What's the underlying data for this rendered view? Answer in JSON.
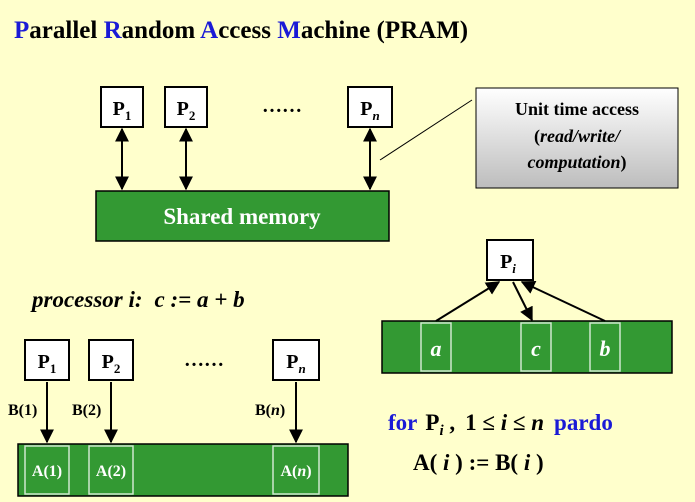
{
  "title": {
    "parts": [
      {
        "text": "P",
        "accent": true
      },
      {
        "text": "arallel ",
        "accent": false
      },
      {
        "text": "R",
        "accent": true
      },
      {
        "text": "andom ",
        "accent": false
      },
      {
        "text": "A",
        "accent": true
      },
      {
        "text": "ccess ",
        "accent": false
      },
      {
        "text": "M",
        "accent": true
      },
      {
        "text": "achine (PRAM)",
        "accent": false
      }
    ]
  },
  "top_diagram": {
    "processors": [
      {
        "base": "P",
        "sub": "1",
        "sub_italic": false
      },
      {
        "base": "P",
        "sub": "2",
        "sub_italic": false
      },
      {
        "base": "P",
        "sub": "n",
        "sub_italic": true
      }
    ],
    "ellipsis": "……",
    "shared_memory_label": "Shared memory",
    "callout": {
      "line1": "Unit time access",
      "line2_pre": "(",
      "line2_italic": "read/write/",
      "line3_italic": "computation",
      "line3_post": ")"
    }
  },
  "processor_i_example": {
    "label": "processor i:",
    "statement": "c := a + b",
    "processor": {
      "base": "P",
      "sub": "i"
    },
    "cells": [
      "a",
      "c",
      "b"
    ]
  },
  "bottom_diagram": {
    "processors": [
      {
        "base": "P",
        "sub": "1",
        "sub_italic": false
      },
      {
        "base": "P",
        "sub": "2",
        "sub_italic": false
      },
      {
        "base": "P",
        "sub": "n",
        "sub_italic": true
      }
    ],
    "ellipsis": "……",
    "b_labels": [
      {
        "pre": "B(",
        "idx": "1",
        "italic": false,
        "post": ")"
      },
      {
        "pre": "B(",
        "idx": "2",
        "italic": false,
        "post": ")"
      },
      {
        "pre": "B(",
        "idx": "n",
        "italic": true,
        "post": ")"
      }
    ],
    "a_cells": [
      {
        "pre": "A(",
        "idx": "1",
        "italic": false,
        "post": ")"
      },
      {
        "pre": "A(",
        "idx": "2",
        "italic": false,
        "post": ")"
      },
      {
        "pre": "A(",
        "idx": "n",
        "italic": true,
        "post": ")"
      }
    ]
  },
  "loop": {
    "keyword_for": "for",
    "proc_base": "P",
    "proc_sub": "i",
    "comma": " ,",
    "range_pre": "1 ≤ ",
    "range_var1": "i",
    "range_mid": " ≤ ",
    "range_var2": "n",
    "keyword_pardo": "pardo",
    "assign_pre": "A( ",
    "assign_var1": "i",
    "assign_mid": " ) := B( ",
    "assign_var2": "i",
    "assign_post": " )"
  },
  "colors": {
    "background": "#ffffcc",
    "memory_green": "#339933",
    "accent_blue": "#1a1ad6",
    "outline": "#000000",
    "callout_gradient_top": "#ffffff",
    "callout_gradient_bottom": "#bdbdbd"
  }
}
